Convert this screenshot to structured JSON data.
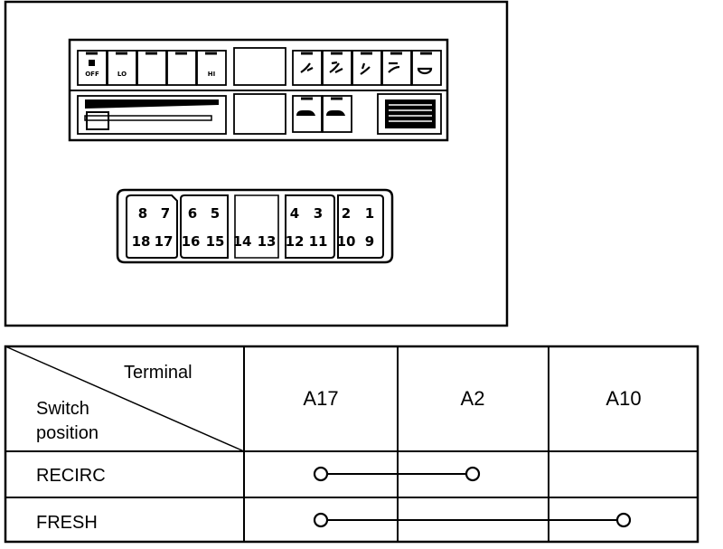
{
  "control_panel": {
    "fan_buttons": [
      "OFF",
      "LO",
      "",
      "",
      "HI"
    ]
  },
  "connector": {
    "top_row": [
      "8",
      "7",
      "6",
      "5",
      "4",
      "3",
      "2",
      "1"
    ],
    "bottom_row": [
      "18",
      "17",
      "16",
      "15",
      "14",
      "13",
      "12",
      "11",
      "10",
      "9"
    ]
  },
  "table": {
    "header_terminal": "Terminal",
    "header_switch_line1": "Switch",
    "header_switch_line2": "position",
    "terminals": [
      "A17",
      "A2",
      "A10"
    ],
    "rows": [
      {
        "position": "RECIRC",
        "connected": [
          "A17",
          "A2"
        ]
      },
      {
        "position": "FRESH",
        "connected": [
          "A17",
          "A10"
        ]
      }
    ]
  }
}
